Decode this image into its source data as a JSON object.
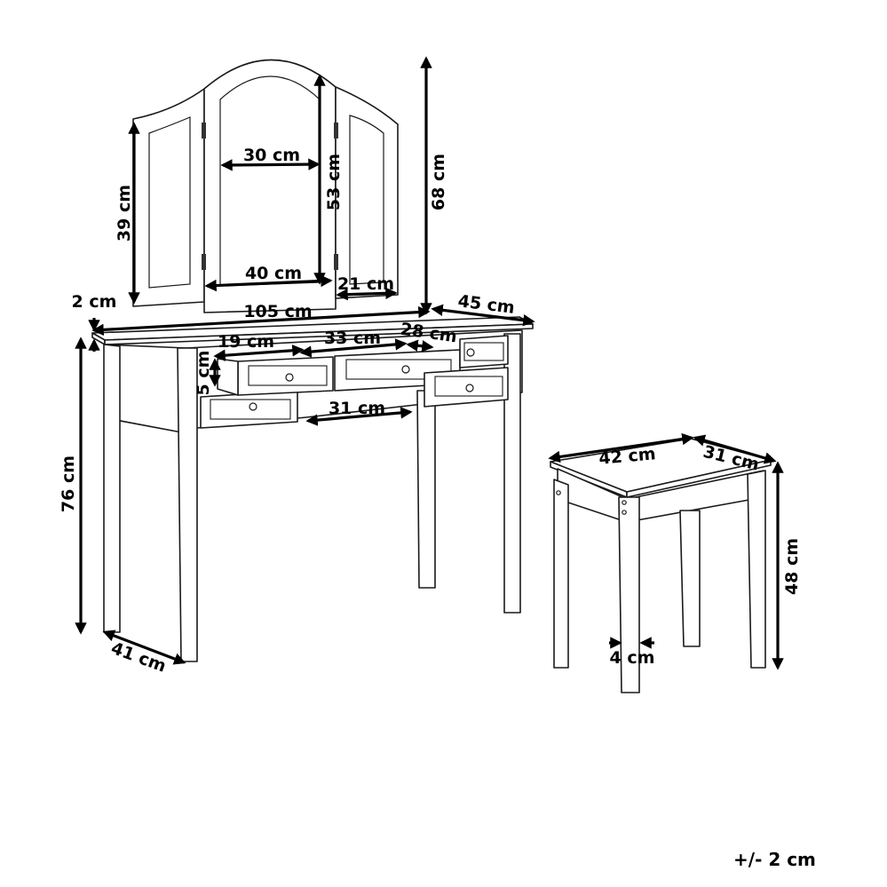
{
  "dimensions": {
    "mirror_center_width": "30 cm",
    "mirror_side_height": "39 cm",
    "mirror_center_height": "53 cm",
    "mirror_total_height": "68 cm",
    "mirror_bottom_width": "40 cm",
    "mirror_side_width": "21 cm",
    "table_top_thickness": "2 cm",
    "table_width": "105 cm",
    "table_side_depth": "45 cm",
    "drawer_small_width": "19 cm",
    "drawer_center_width": "33 cm",
    "drawer_side_width": "28 cm",
    "drawer_height": "5 cm",
    "knee_space_width": "31 cm",
    "table_height": "76 cm",
    "table_depth": "41 cm",
    "stool_width": "42 cm",
    "stool_depth": "31 cm",
    "stool_height": "48 cm",
    "stool_leg_thickness": "4 cm"
  },
  "tolerance": "+/- 2 cm"
}
